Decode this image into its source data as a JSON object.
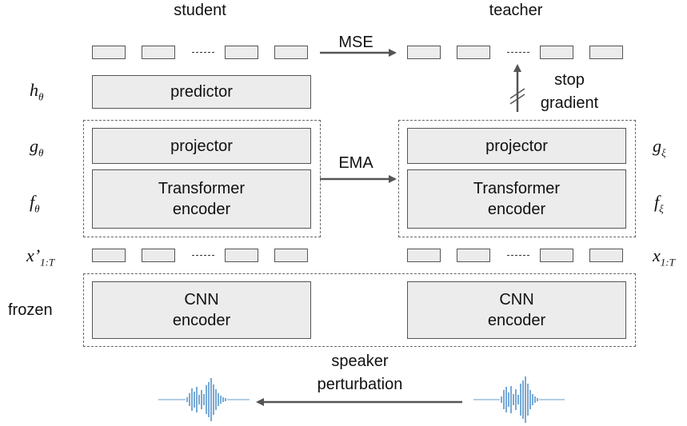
{
  "columns": {
    "student": "student",
    "teacher": "teacher"
  },
  "arrows": {
    "mse": "MSE",
    "ema": "EMA",
    "stop_gradient_1": "stop",
    "stop_gradient_2": "gradient",
    "speaker_1": "speaker",
    "speaker_2": "perturbation"
  },
  "student": {
    "predictor": "predictor",
    "projector": "projector",
    "transformer_1": "Transformer",
    "transformer_2": "encoder",
    "cnn_1": "CNN",
    "cnn_2": "encoder"
  },
  "teacher": {
    "projector": "projector",
    "transformer_1": "Transformer",
    "transformer_2": "encoder",
    "cnn_1": "CNN",
    "cnn_2": "encoder"
  },
  "symbols": {
    "h": "h",
    "h_sub": "θ",
    "g": "g",
    "g_sub": "θ",
    "f": "f",
    "f_sub": "θ",
    "x_prime": "x’",
    "x_prime_sub": "1:T",
    "g_xi": "g",
    "g_xi_sub": "ξ",
    "f_xi": "f",
    "f_xi_sub": "ξ",
    "x": "x",
    "x_sub": "1:T"
  },
  "labels": {
    "frozen": "frozen"
  },
  "colors": {
    "box_fill": "#ececec",
    "arrow": "#555555",
    "waveform": "#2f7dbf"
  },
  "icons": {
    "waveform_left": "audio-waveform-icon",
    "waveform_right": "audio-waveform-icon"
  }
}
